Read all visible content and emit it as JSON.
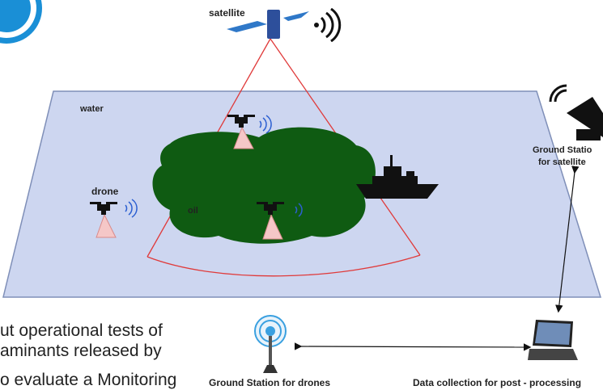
{
  "labels": {
    "satellite": "satellite",
    "water": "water",
    "drone": "drone",
    "oil": "oil",
    "ground_station_satellite_line1": "Ground Statio",
    "ground_station_satellite_line2": "for satellite",
    "ground_station_drones": "Ground Station for drones",
    "data_collection": "Data collection for post - processing"
  },
  "background_text": {
    "line1": "ut operational tests of",
    "line2": "aminants released by",
    "line3": "o evaluate a Monitoring"
  },
  "icons": [
    "logo-seal-icon",
    "satellite-icon",
    "signal-waves-icon",
    "drone-icon",
    "ship-icon",
    "ground-dish-icon",
    "radio-tower-icon",
    "laptop-icon"
  ],
  "colors": {
    "water_fill": "#cdd6f0",
    "water_border": "#7f8fb8",
    "oil_fill": "#0f5b12",
    "beam": "#e03a3a",
    "drone_cone": "#f5c7c7",
    "signal_blue": "#2c5fd1",
    "tower_blue": "#3aa0e0"
  }
}
